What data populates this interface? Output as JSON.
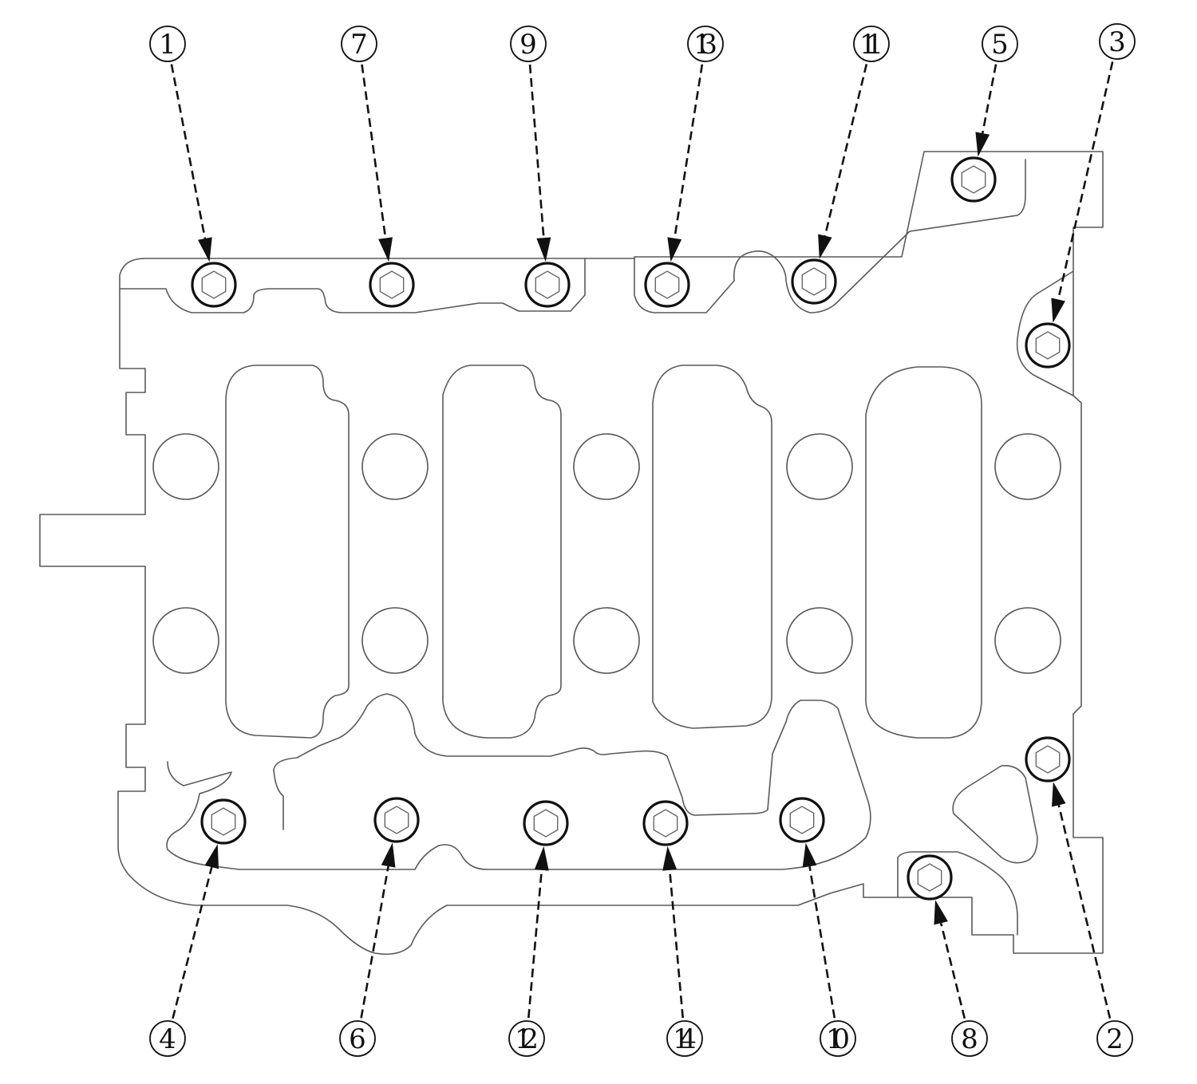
{
  "diagram": {
    "bolts": [
      {
        "label": "1"
      },
      {
        "label": "7"
      },
      {
        "label": "9"
      },
      {
        "label": "13"
      },
      {
        "label": "11"
      },
      {
        "label": "5"
      },
      {
        "label": "3"
      },
      {
        "label": "4"
      },
      {
        "label": "6"
      },
      {
        "label": "12"
      },
      {
        "label": "14"
      },
      {
        "label": "10"
      },
      {
        "label": "8"
      },
      {
        "label": "2"
      }
    ]
  }
}
